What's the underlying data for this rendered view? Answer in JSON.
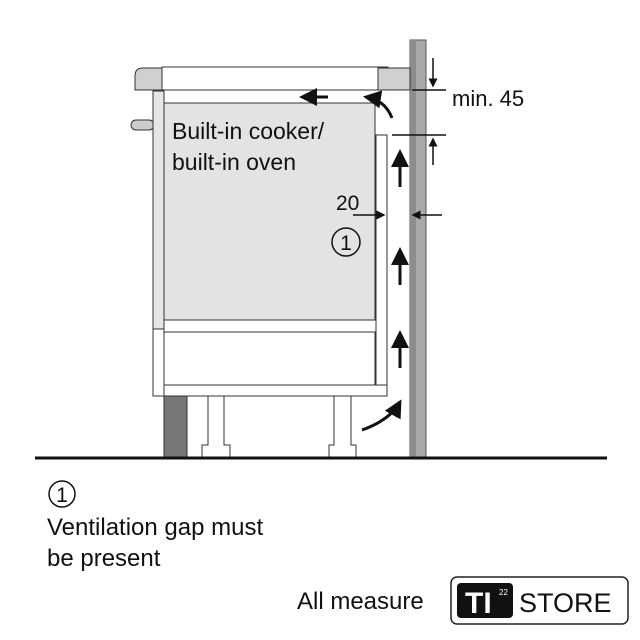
{
  "appliance_label_line1": "Built-in cooker/",
  "appliance_label_line2": "built-in oven",
  "dimension_top": "min. 45",
  "dimension_gap": "20",
  "marker": "1",
  "legend": {
    "marker": "1",
    "line1": "Ventilation gap must",
    "line2": "be present"
  },
  "footer_text": "All measure",
  "logo": {
    "brand": "TI",
    "superscript": "22",
    "store": "STORE"
  }
}
